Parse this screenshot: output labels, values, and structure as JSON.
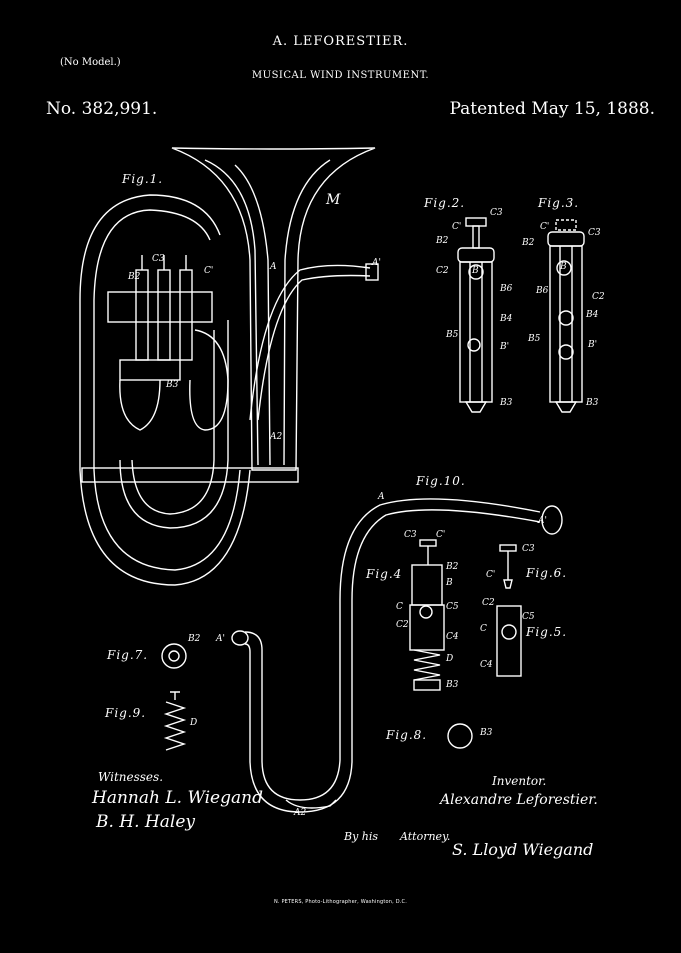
{
  "header": {
    "inventor_name": "A. LEFORESTIER.",
    "no_model": "(No Model.)",
    "subject": "MUSICAL WIND INSTRUMENT.",
    "patent_number": "No. 382,991.",
    "patent_date": "Patented May 15, 1888."
  },
  "figure_labels": {
    "fig1": "Fig.1.",
    "fig2": "Fig.2.",
    "fig3": "Fig.3.",
    "fig4": "Fig.4",
    "fig5": "Fig.5.",
    "fig6": "Fig.6.",
    "fig7": "Fig.7.",
    "fig8": "Fig.8.",
    "fig9": "Fig.9.",
    "fig10": "Fig.10."
  },
  "part_labels": {
    "M": "M",
    "A": "A",
    "A1": "A'",
    "A2": "A2",
    "B": "B",
    "B1": "B'",
    "B2": "B2",
    "B3": "B3",
    "B4": "B4",
    "B5": "B5",
    "B6": "B6",
    "C": "C",
    "C1": "C'",
    "C2": "C2",
    "C3": "C3",
    "C4": "C4",
    "C5": "C5",
    "D": "D"
  },
  "signatures": {
    "witnesses_heading": "Witnesses.",
    "witness_1": "Hannah L. Wiegand",
    "witness_2": "B. H. Haley",
    "inventor_heading": "Inventor.",
    "inventor_signature": "Alexandre Leforestier.",
    "attorney_prefix": "By his",
    "attorney_heading": "Attorney.",
    "attorney_signature": "S. Lloyd Wiegand"
  },
  "footer": {
    "printer_credit": "N. PETERS, Photo-Lithographer, Washington, D.C."
  },
  "colors": {
    "background": "#000000",
    "ink": "#ffffff"
  }
}
